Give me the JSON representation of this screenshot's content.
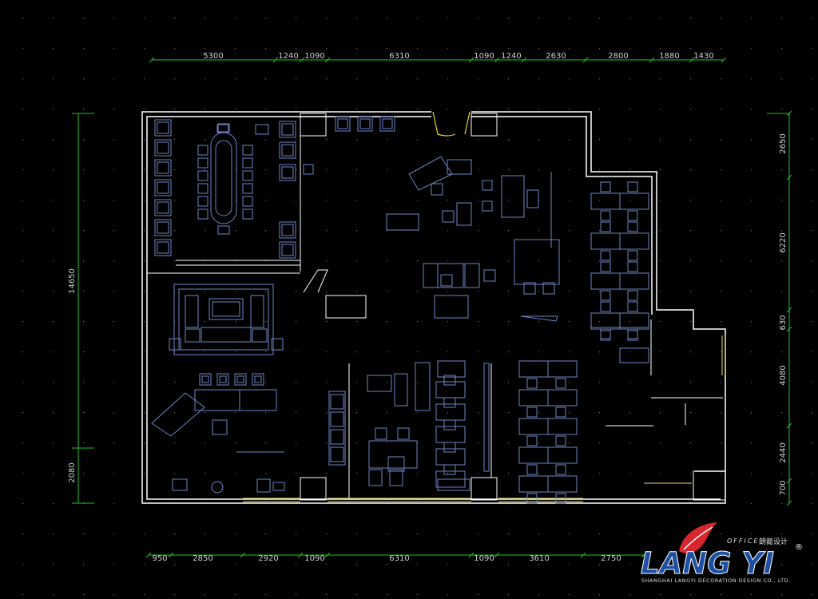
{
  "colors": {
    "background": "#000000",
    "wall": "#ffffff",
    "furniture": "#6f86c8",
    "dimension": "#22c422",
    "window": "#e6e06a",
    "door": "#e6d23a",
    "grid_dot": "#6b6b6b",
    "logo_red": "#d8262e",
    "logo_blue": "#1d4fa3"
  },
  "dimensions": {
    "top": [
      "5300",
      "1240",
      "1090",
      "6310",
      "1090",
      "1240",
      "2630",
      "2800",
      "1880",
      "1430"
    ],
    "bottom": [
      "950",
      "2850",
      "2920",
      "1090",
      "6310",
      "1090",
      "3610",
      "2750"
    ],
    "left": [
      "14650",
      "2080"
    ],
    "right": [
      "2650",
      "6220",
      "630",
      "4080",
      "2440",
      "700"
    ]
  },
  "logo": {
    "small_text": "OFFICE",
    "cn_text": "朗懿设计",
    "brand": "LANG YI",
    "registered": "®",
    "company": "SHANGHAI LANGYI DECORATION DESIGN CO., LTD."
  }
}
